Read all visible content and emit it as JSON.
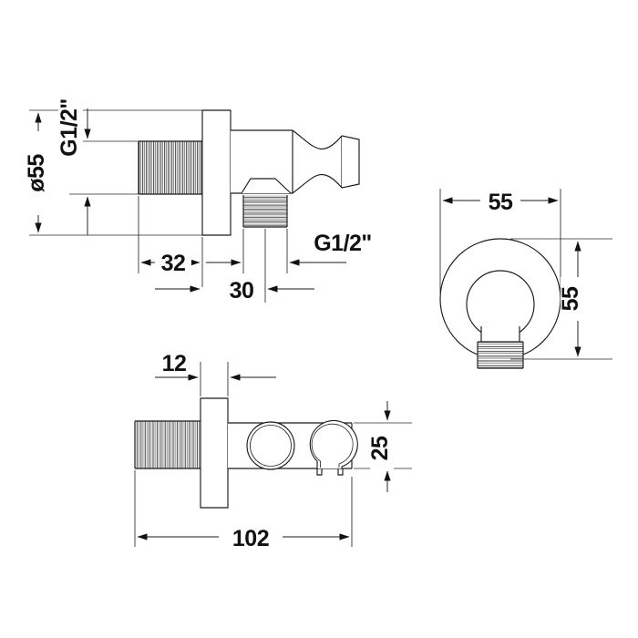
{
  "drawing": {
    "title": "Shower wall connection elbow with hand shower holder - technical dimension drawing",
    "units": "mm",
    "line_color": "#1a1a1a",
    "background_color": "#ffffff"
  },
  "views": {
    "side_view": {
      "name": "side-elevation-view",
      "dimensions": {
        "diameter_label": "ø55",
        "inlet_thread_label": "G1/2\"",
        "outlet_thread_label": "G1/2\"",
        "length_32": "32",
        "length_30": "30"
      }
    },
    "front_view": {
      "name": "front-circular-view",
      "dimensions": {
        "width_55": "55",
        "height_55": "55"
      }
    },
    "plan_view": {
      "name": "plan-view-with-holder",
      "dimensions": {
        "flange_thickness_12": "12",
        "holder_height_25": "25",
        "overall_length_102": "102"
      }
    }
  },
  "labels": {
    "d55": "ø55",
    "g_half_top": "G1/2\"",
    "g_half_outlet": "G1/2\"",
    "n32": "32",
    "n30": "30",
    "n55_width": "55",
    "n55_height": "55",
    "n12": "12",
    "n25": "25",
    "n102": "102"
  }
}
